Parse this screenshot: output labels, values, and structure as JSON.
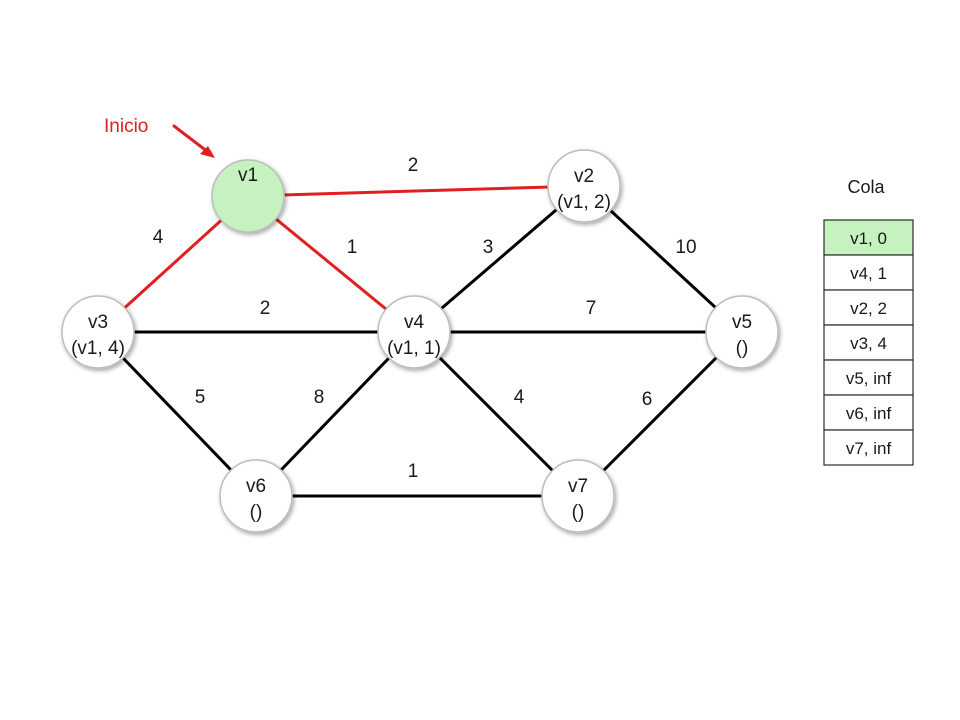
{
  "colors": {
    "path_edge": "#e02020",
    "normal_edge": "#000000",
    "start_node_fill": "#c6f2c0",
    "node_fill": "#ffffff",
    "queue_head_fill": "#c6f2c0",
    "queue_fill": "#ffffff",
    "start_label": "#e02020"
  },
  "start_label": "Inicio",
  "queue": {
    "title": "Cola",
    "items": [
      "v1, 0",
      "v4, 1",
      "v2, 2",
      "v3, 4",
      "v5, inf",
      "v6, inf",
      "v7, inf"
    ]
  },
  "nodes": [
    {
      "id": "v1",
      "line1": "v1",
      "line2": "",
      "start": true
    },
    {
      "id": "v2",
      "line1": "v2",
      "line2": "(v1, 2)",
      "start": false
    },
    {
      "id": "v3",
      "line1": "v3",
      "line2": "(v1, 4)",
      "start": false
    },
    {
      "id": "v4",
      "line1": "v4",
      "line2": "(v1, 1)",
      "start": false
    },
    {
      "id": "v5",
      "line1": "v5",
      "line2": "()",
      "start": false
    },
    {
      "id": "v6",
      "line1": "v6",
      "line2": "()",
      "start": false
    },
    {
      "id": "v7",
      "line1": "v7",
      "line2": "()",
      "start": false
    }
  ],
  "edges": [
    {
      "from": "v1",
      "to": "v2",
      "weight": "2",
      "highlighted": true
    },
    {
      "from": "v1",
      "to": "v3",
      "weight": "4",
      "highlighted": true
    },
    {
      "from": "v1",
      "to": "v4",
      "weight": "1",
      "highlighted": true
    },
    {
      "from": "v2",
      "to": "v4",
      "weight": "3",
      "highlighted": false
    },
    {
      "from": "v2",
      "to": "v5",
      "weight": "10",
      "highlighted": false
    },
    {
      "from": "v3",
      "to": "v4",
      "weight": "2",
      "highlighted": false
    },
    {
      "from": "v4",
      "to": "v5",
      "weight": "7",
      "highlighted": false
    },
    {
      "from": "v3",
      "to": "v6",
      "weight": "5",
      "highlighted": false
    },
    {
      "from": "v4",
      "to": "v6",
      "weight": "8",
      "highlighted": false
    },
    {
      "from": "v4",
      "to": "v7",
      "weight": "4",
      "highlighted": false
    },
    {
      "from": "v5",
      "to": "v7",
      "weight": "6",
      "highlighted": false
    },
    {
      "from": "v6",
      "to": "v7",
      "weight": "1",
      "highlighted": false
    }
  ]
}
